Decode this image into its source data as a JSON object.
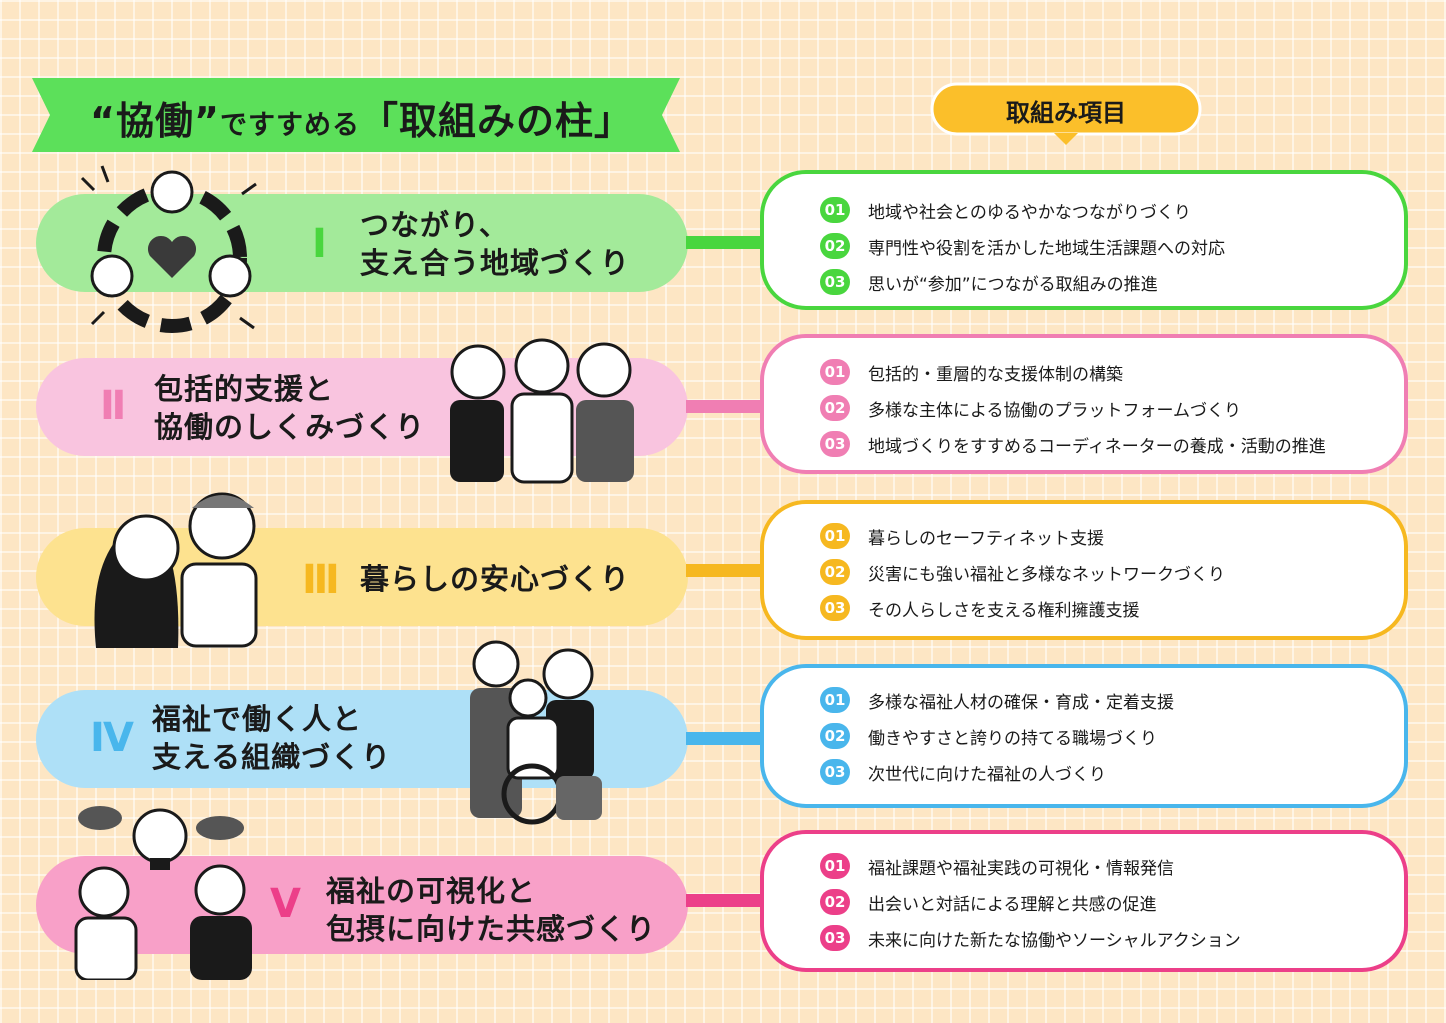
{
  "header": {
    "title_open_quote": "“",
    "title_kyodo": "協働",
    "title_close_quote": "”",
    "title_mid": "ですすめる",
    "title_main": "「取組みの柱」",
    "tag_label": "取組み項目"
  },
  "pillars": [
    {
      "numeral": "Ⅰ",
      "title_line1": "つながり、",
      "title_line2": "支え合う地域づくり",
      "color": "#a3ea9a",
      "accent": "#49d63e",
      "items": [
        {
          "num": "01",
          "text": "地域や社会とのゆるやかなつながりづくり"
        },
        {
          "num": "02",
          "text": "専門性や役割を活かした地域生活課題への対応"
        },
        {
          "num": "03",
          "text": "思いが“参加”につながる取組みの推進"
        }
      ]
    },
    {
      "numeral": "Ⅱ",
      "title_line1": "包括的支援と",
      "title_line2": "協働のしくみづくり",
      "color": "#f9c4df",
      "accent": "#f07eb3",
      "items": [
        {
          "num": "01",
          "text": "包括的・重層的な支援体制の構築"
        },
        {
          "num": "02",
          "text": "多様な主体による協働のプラットフォームづくり"
        },
        {
          "num": "03",
          "text": "地域づくりをすすめるコーディネーターの養成・活動の推進"
        }
      ]
    },
    {
      "numeral": "Ⅲ",
      "title_line1": "暮らしの安心づくり",
      "title_line2": "",
      "color": "#fde28f",
      "accent": "#f6b820",
      "items": [
        {
          "num": "01",
          "text": "暮らしのセーフティネット支援"
        },
        {
          "num": "02",
          "text": "災害にも強い福祉と多様なネットワークづくり"
        },
        {
          "num": "03",
          "text": "その人らしさを支える権利擁護支援"
        }
      ]
    },
    {
      "numeral": "Ⅳ",
      "title_line1": "福祉で働く人と",
      "title_line2": "支える組織づくり",
      "color": "#aee0f7",
      "accent": "#49b6ec",
      "items": [
        {
          "num": "01",
          "text": "多様な福祉人材の確保・育成・定着支援"
        },
        {
          "num": "02",
          "text": "働きやすさと誇りの持てる職場づくり"
        },
        {
          "num": "03",
          "text": "次世代に向けた福祉の人づくり"
        }
      ]
    },
    {
      "numeral": "Ⅴ",
      "title_line1": "福祉の可視化と",
      "title_line2": "包摂に向けた共感づくり",
      "color": "#f8a0c8",
      "accent": "#ec3f89",
      "items": [
        {
          "num": "01",
          "text": "福祉課題や福祉実践の可視化・情報発信"
        },
        {
          "num": "02",
          "text": "出会いと対話による理解と共感の促進"
        },
        {
          "num": "03",
          "text": "未来に向けた新たな協働やソーシャルアクション"
        }
      ]
    }
  ],
  "colors": {
    "banner": "#5ce05a",
    "tag": "#fbbf2a",
    "background": "#fde6c4"
  },
  "icons": [
    "heart-circle-illustration",
    "three-people-illustration",
    "couple-illustration",
    "caregiver-wheelchair-illustration",
    "lightbulb-dialogue-illustration"
  ]
}
